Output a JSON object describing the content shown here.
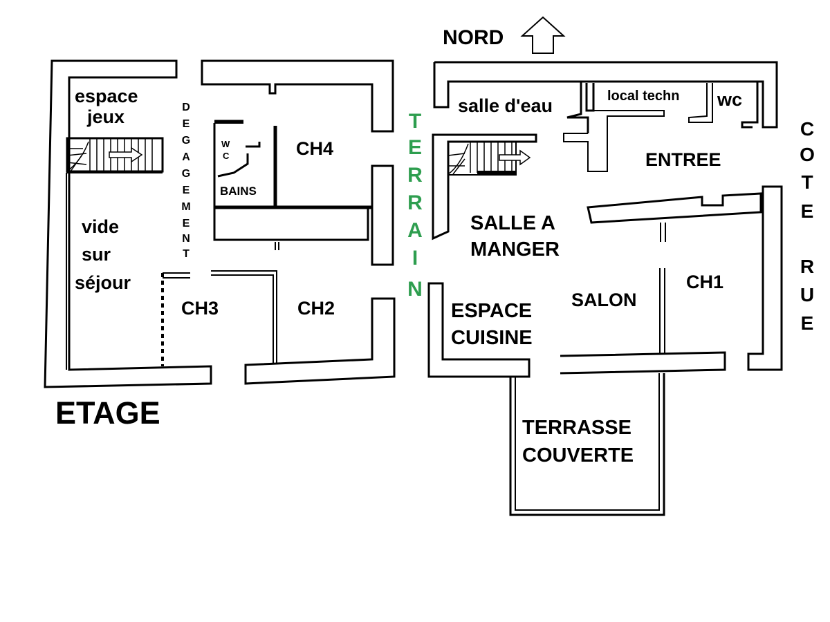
{
  "floor_label": "ETAGE",
  "north": {
    "label": "NORD"
  },
  "terrain": {
    "letters": [
      "T",
      "E",
      "R",
      "R",
      "A",
      "I",
      "N"
    ],
    "color": "#2e9e4f"
  },
  "street": {
    "line1": [
      "C",
      "O",
      "T",
      "E"
    ],
    "line2": [
      "R",
      "U",
      "E"
    ]
  },
  "degagement": {
    "letters": [
      "D",
      "E",
      "G",
      "A",
      "G",
      "E",
      "M",
      "E",
      "N",
      "T"
    ]
  },
  "upstairs": {
    "espace_jeux": [
      "espace",
      "jeux"
    ],
    "vide_sur_sejour": [
      "vide",
      "sur",
      "séjour"
    ],
    "wc": [
      "W",
      "C"
    ],
    "bains": "BAINS",
    "ch4": "CH4",
    "ch3": "CH3",
    "ch2": "CH2"
  },
  "groundfloor": {
    "salle_eau": "salle d'eau",
    "local_techn": "local techn",
    "wc": "wc",
    "entree": "ENTREE",
    "salle_a_manger": [
      "SALLE A",
      "MANGER"
    ],
    "espace_cuisine": [
      "ESPACE",
      "CUISINE"
    ],
    "salon": "SALON",
    "ch1": "CH1",
    "terrasse": [
      "TERRASSE",
      "COUVERTE"
    ]
  }
}
